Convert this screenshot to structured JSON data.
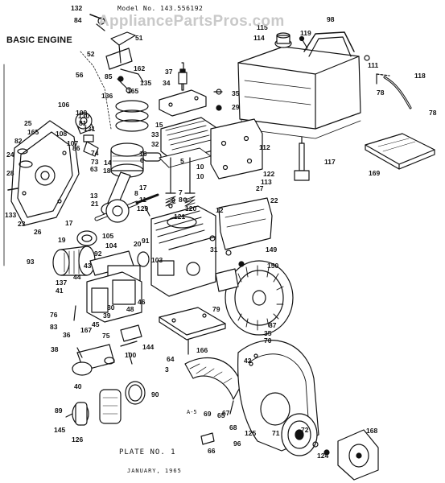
{
  "header": {
    "model_line": "Model No. 143.556192",
    "watermark": "AppliancePartsPros.com",
    "title": "BASIC ENGINE"
  },
  "footer": {
    "code": "A-5",
    "plate": "PLATE NO. 1",
    "date": "JANUARY, 1965"
  },
  "colors": {
    "ink": "#111111",
    "paper": "#ffffff",
    "watermark": "#c9c9c9",
    "shade": "#666666"
  },
  "callouts": [
    "132",
    "84",
    "51",
    "52",
    "56",
    "162",
    "85",
    "136",
    "135",
    "165",
    "37",
    "34",
    "15",
    "35",
    "29",
    "115",
    "114",
    "119",
    "98",
    "111",
    "78",
    "118",
    "78",
    "25",
    "165",
    "82",
    "24",
    "28",
    "106",
    "108",
    "109",
    "107",
    "86",
    "130",
    "81",
    "131",
    "74",
    "73",
    "63",
    "14",
    "16",
    "33",
    "32",
    "6",
    "5",
    "10",
    "10",
    "112",
    "122",
    "113",
    "27",
    "117",
    "169",
    "133",
    "23",
    "26",
    "18",
    "13",
    "17",
    "11",
    "129",
    "8",
    "7",
    "8",
    "9",
    "120",
    "121",
    "12",
    "22",
    "21",
    "17",
    "19",
    "105",
    "104",
    "20",
    "103",
    "91",
    "92",
    "93",
    "43",
    "44",
    "137",
    "41",
    "76",
    "83",
    "167",
    "36",
    "38",
    "40",
    "39",
    "80",
    "48",
    "46",
    "45",
    "75",
    "144",
    "100",
    "64",
    "166",
    "3",
    "79",
    "31",
    "149",
    "150",
    "35",
    "70",
    "87",
    "42",
    "90",
    "89",
    "145",
    "126",
    "69",
    "65",
    "67",
    "68",
    "125",
    "66",
    "96",
    "71",
    "72",
    "124",
    "168"
  ]
}
